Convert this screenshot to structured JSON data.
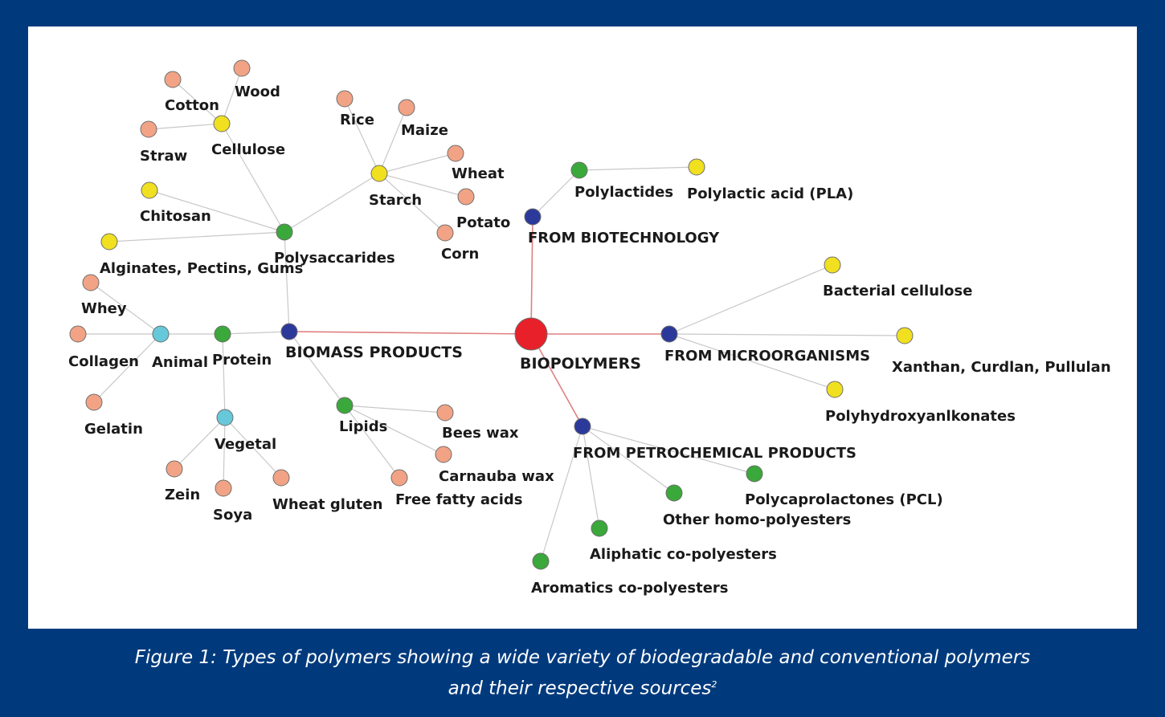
{
  "colors": {
    "frame": "#003a7d",
    "root": "#e8202a",
    "category": "#2b3a9a",
    "subgroup": "#3aa83a",
    "source": "#f0e020",
    "raw": "#f2a385",
    "group2": "#66c8d8",
    "edge": "#c8c8c8",
    "edge_main": "#e08080"
  },
  "nodes": [
    {
      "id": "biopolymers",
      "label": "BIOPOLYMERS",
      "kind": "root"
    },
    {
      "id": "biomass",
      "label": "BIOMASS PRODUCTS",
      "kind": "category"
    },
    {
      "id": "biotech",
      "label": "FROM BIOTECHNOLOGY",
      "kind": "category"
    },
    {
      "id": "microorg",
      "label": "FROM MICROORGANISMS",
      "kind": "category"
    },
    {
      "id": "petro",
      "label": "FROM PETROCHEMICAL PRODUCTS",
      "kind": "category"
    },
    {
      "id": "polysaccarides",
      "label": "Polysaccarides",
      "kind": "subgroup"
    },
    {
      "id": "protein",
      "label": "Protein",
      "kind": "subgroup"
    },
    {
      "id": "lipids",
      "label": "Lipids",
      "kind": "subgroup"
    },
    {
      "id": "polylactides",
      "label": "Polylactides",
      "kind": "subgroup"
    },
    {
      "id": "pcl",
      "label": "Polycaprolactones (PCL)",
      "kind": "subgroup"
    },
    {
      "id": "homo",
      "label": "Other homo-polyesters",
      "kind": "subgroup"
    },
    {
      "id": "aliphatic",
      "label": "Aliphatic co-polyesters",
      "kind": "subgroup"
    },
    {
      "id": "aromatic",
      "label": "Aromatics co-polyesters",
      "kind": "subgroup"
    },
    {
      "id": "cellulose",
      "label": "Cellulose",
      "kind": "source"
    },
    {
      "id": "starch",
      "label": "Starch",
      "kind": "source"
    },
    {
      "id": "chitosan",
      "label": "Chitosan",
      "kind": "source"
    },
    {
      "id": "alginates",
      "label": "Alginates, Pectins, Gums",
      "kind": "source"
    },
    {
      "id": "pla",
      "label": "Polylactic acid (PLA)",
      "kind": "source"
    },
    {
      "id": "bactcell",
      "label": "Bacterial cellulose",
      "kind": "source"
    },
    {
      "id": "xanthan",
      "label": "Xanthan, Curdlan, Pullulan",
      "kind": "source"
    },
    {
      "id": "pha",
      "label": "Polyhydroxyanlkonates",
      "kind": "source"
    },
    {
      "id": "animal",
      "label": "Animal",
      "kind": "group2"
    },
    {
      "id": "vegetal",
      "label": "Vegetal",
      "kind": "group2"
    },
    {
      "id": "wood",
      "label": "Wood",
      "kind": "raw"
    },
    {
      "id": "cotton",
      "label": "Cotton",
      "kind": "raw"
    },
    {
      "id": "straw",
      "label": "Straw",
      "kind": "raw"
    },
    {
      "id": "rice",
      "label": "Rice",
      "kind": "raw"
    },
    {
      "id": "maize",
      "label": "Maize",
      "kind": "raw"
    },
    {
      "id": "wheat",
      "label": "Wheat",
      "kind": "raw"
    },
    {
      "id": "potato",
      "label": "Potato",
      "kind": "raw"
    },
    {
      "id": "corn",
      "label": "Corn",
      "kind": "raw"
    },
    {
      "id": "whey",
      "label": "Whey",
      "kind": "raw"
    },
    {
      "id": "collagen",
      "label": "Collagen",
      "kind": "raw"
    },
    {
      "id": "gelatin",
      "label": "Gelatin",
      "kind": "raw"
    },
    {
      "id": "zein",
      "label": "Zein",
      "kind": "raw"
    },
    {
      "id": "soya",
      "label": "Soya",
      "kind": "raw"
    },
    {
      "id": "wheatgluten",
      "label": "Wheat gluten",
      "kind": "raw"
    },
    {
      "id": "beeswax",
      "label": "Bees wax",
      "kind": "raw"
    },
    {
      "id": "carnauba",
      "label": "Carnauba wax",
      "kind": "raw"
    },
    {
      "id": "ffa",
      "label": "Free fatty acids",
      "kind": "raw"
    }
  ],
  "edges": [
    [
      "biopolymers",
      "biomass"
    ],
    [
      "biopolymers",
      "biotech"
    ],
    [
      "biopolymers",
      "microorg"
    ],
    [
      "biopolymers",
      "petro"
    ],
    [
      "biomass",
      "polysaccarides"
    ],
    [
      "biomass",
      "protein"
    ],
    [
      "biomass",
      "lipids"
    ],
    [
      "polysaccarides",
      "cellulose"
    ],
    [
      "polysaccarides",
      "starch"
    ],
    [
      "polysaccarides",
      "chitosan"
    ],
    [
      "polysaccarides",
      "alginates"
    ],
    [
      "cellulose",
      "wood"
    ],
    [
      "cellulose",
      "cotton"
    ],
    [
      "cellulose",
      "straw"
    ],
    [
      "starch",
      "rice"
    ],
    [
      "starch",
      "maize"
    ],
    [
      "starch",
      "wheat"
    ],
    [
      "starch",
      "potato"
    ],
    [
      "starch",
      "corn"
    ],
    [
      "protein",
      "animal"
    ],
    [
      "protein",
      "vegetal"
    ],
    [
      "animal",
      "whey"
    ],
    [
      "animal",
      "collagen"
    ],
    [
      "animal",
      "gelatin"
    ],
    [
      "vegetal",
      "zein"
    ],
    [
      "vegetal",
      "soya"
    ],
    [
      "vegetal",
      "wheatgluten"
    ],
    [
      "lipids",
      "beeswax"
    ],
    [
      "lipids",
      "carnauba"
    ],
    [
      "lipids",
      "ffa"
    ],
    [
      "biotech",
      "polylactides"
    ],
    [
      "polylactides",
      "pla"
    ],
    [
      "microorg",
      "bactcell"
    ],
    [
      "microorg",
      "xanthan"
    ],
    [
      "microorg",
      "pha"
    ],
    [
      "petro",
      "pcl"
    ],
    [
      "petro",
      "homo"
    ],
    [
      "petro",
      "aliphatic"
    ],
    [
      "petro",
      "aromatic"
    ]
  ],
  "caption": {
    "line1": "Figure 1: Types of polymers showing a wide variety of biodegradable and conventional polymers",
    "line2": "and their respective sources",
    "ref": "2"
  }
}
